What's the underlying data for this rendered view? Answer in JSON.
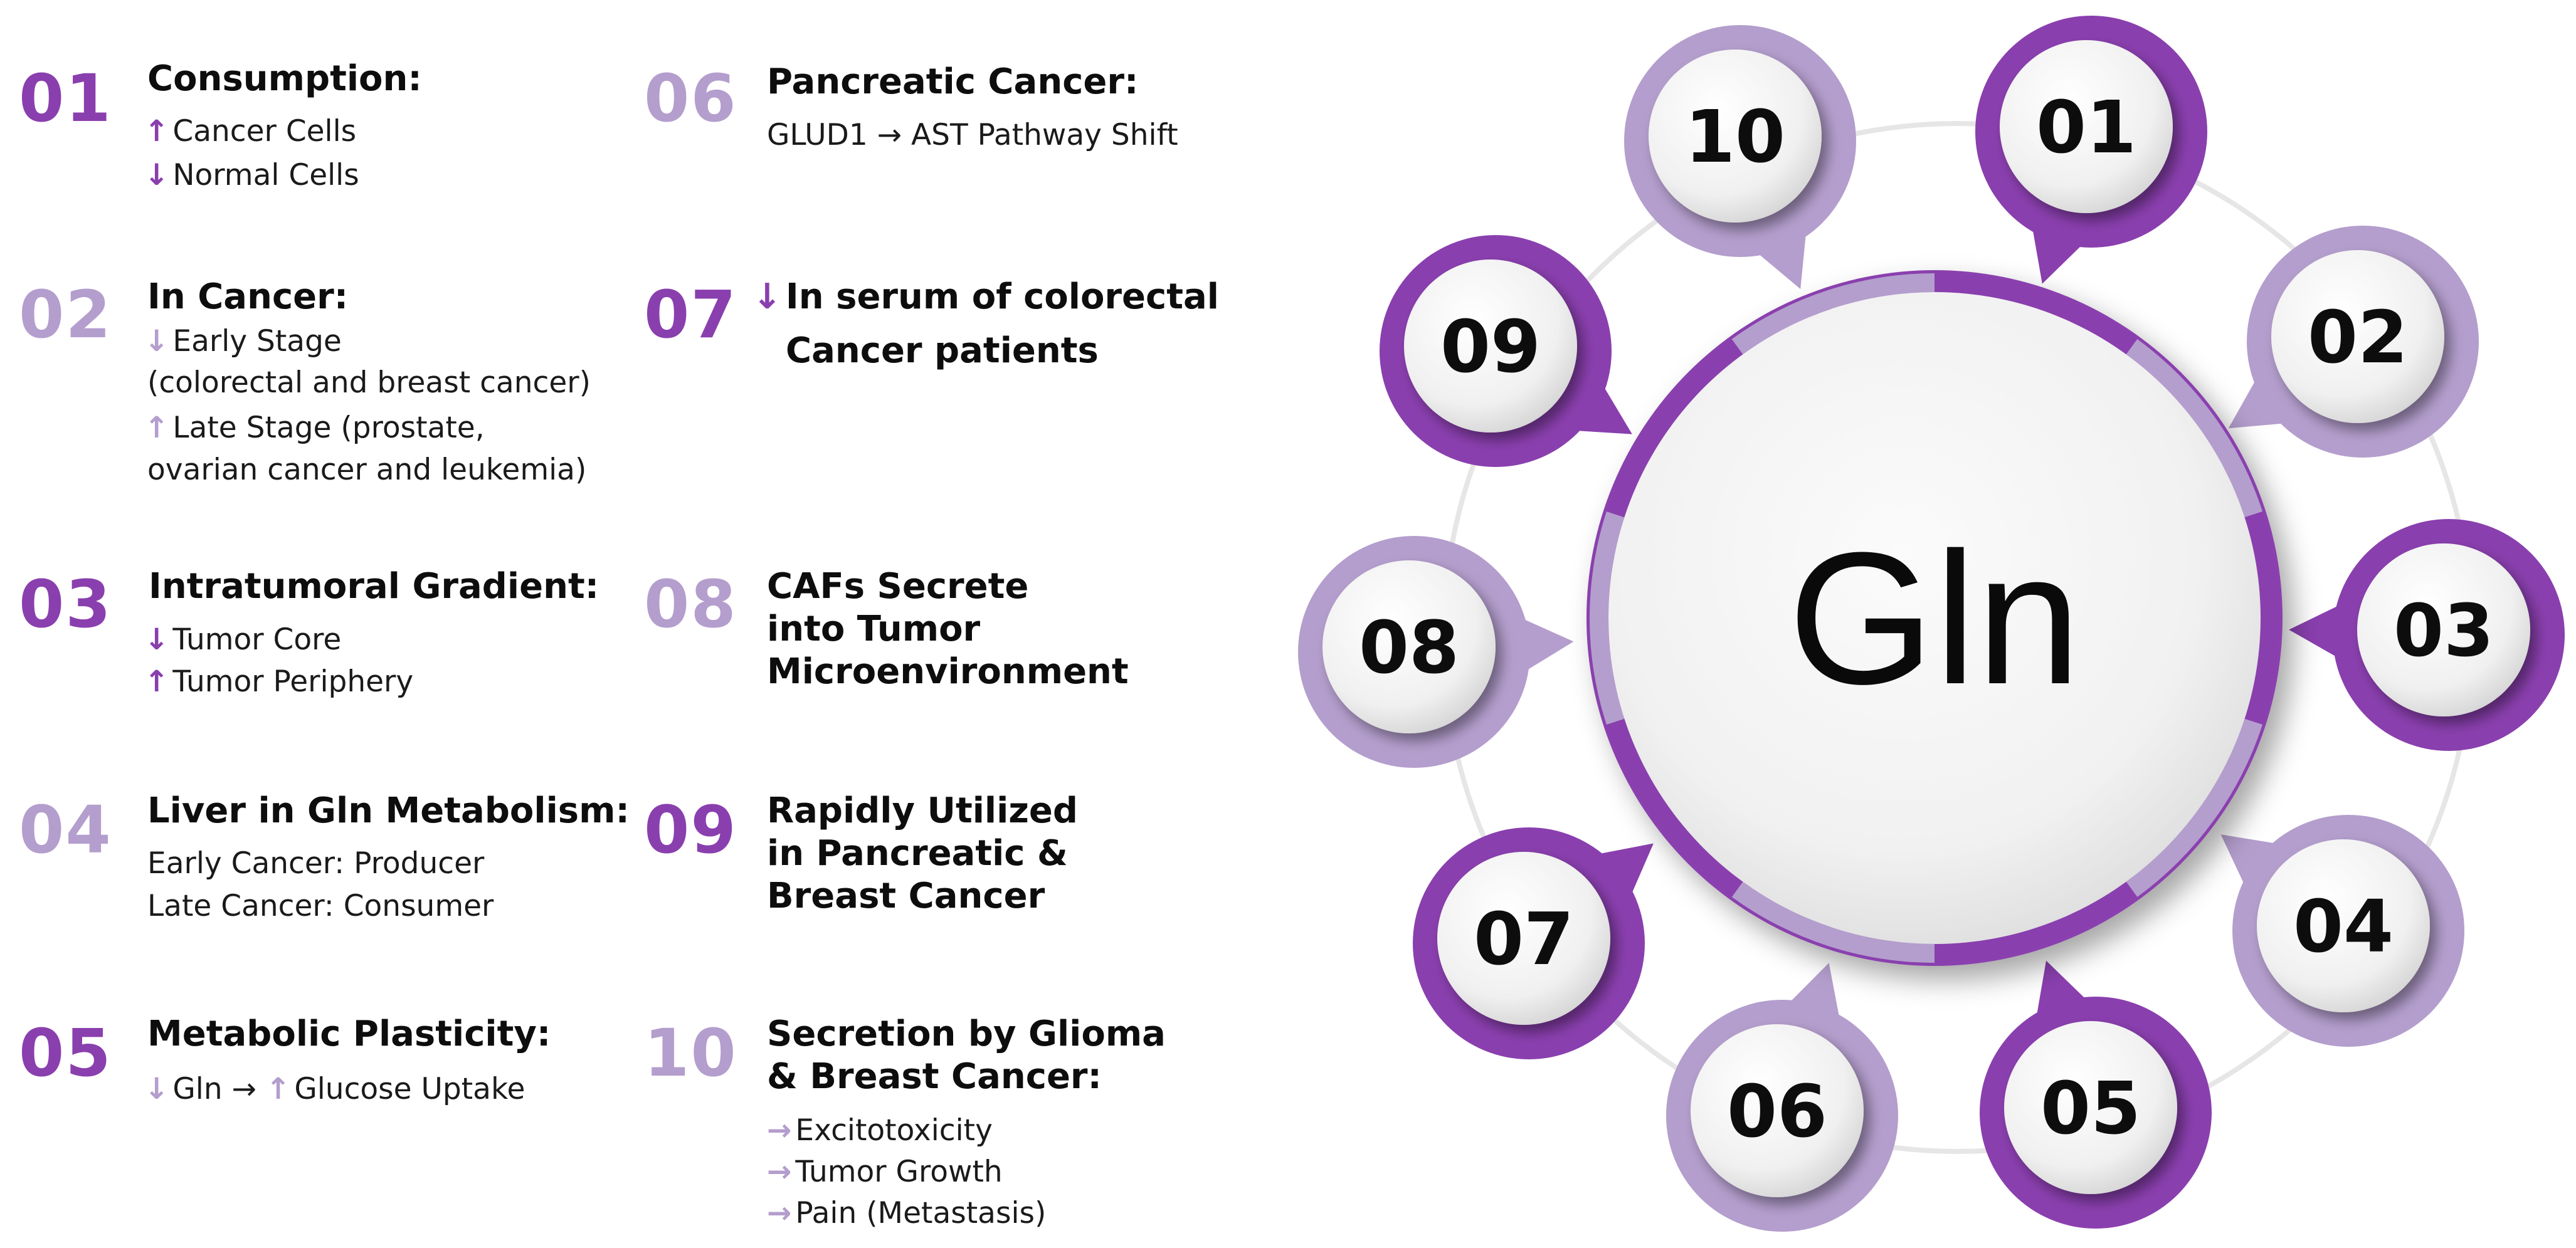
{
  "center_label": "Gln",
  "colors": {
    "dark": "#8a3fae",
    "light": "#b49ecd",
    "ring": "#e6e6e6"
  },
  "items": [
    {
      "num": "01",
      "title": "Consumption:",
      "lines": [
        {
          "arrow": "↑",
          "text": "Cancer Cells"
        },
        {
          "arrow": "↓",
          "text": "Normal Cells"
        }
      ]
    },
    {
      "num": "02",
      "title": "In Cancer:",
      "lines": [
        {
          "arrow": "↓",
          "text": "Early Stage"
        },
        {
          "arrow": "",
          "text": "(colorectal and breast cancer)"
        },
        {
          "arrow": "↑",
          "text": "Late Stage (prostate,"
        },
        {
          "arrow": "",
          "text": "ovarian cancer and leukemia)"
        }
      ]
    },
    {
      "num": "03",
      "title": "Intratumoral Gradient:",
      "lines": [
        {
          "arrow": "↓",
          "text": "Tumor Core"
        },
        {
          "arrow": "↑",
          "text": "Tumor Periphery"
        }
      ]
    },
    {
      "num": "04",
      "title": "Liver in Gln Metabolism:",
      "lines": [
        {
          "arrow": "",
          "text": "Early Cancer: Producer"
        },
        {
          "arrow": "",
          "text": "Late Cancer: Consumer"
        }
      ]
    },
    {
      "num": "05",
      "title": "Metabolic Plasticity:",
      "lines": [
        {
          "arrow": "↓",
          "text": "Gln  →  ",
          "arrow2": "↑",
          "text2": "Glucose Uptake"
        }
      ]
    },
    {
      "num": "06",
      "title": "Pancreatic Cancer:",
      "lines": [
        {
          "arrow": "",
          "text": "GLUD1 → AST Pathway Shift"
        }
      ]
    },
    {
      "num": "07",
      "title": "In serum of colorectal",
      "title_arrow": "↓",
      "title2": "Cancer patients",
      "lines": []
    },
    {
      "num": "08",
      "title": "CAFs Secrete",
      "title2": "into Tumor",
      "title3": "Microenvironment",
      "lines": []
    },
    {
      "num": "09",
      "title": "Rapidly Utilized",
      "title2": "in Pancreatic &",
      "title3": "Breast Cancer",
      "lines": []
    },
    {
      "num": "10",
      "title": "Secretion by Glioma",
      "title2": "& Breast Cancer:",
      "lines": [
        {
          "arrow": "→",
          "text": "Excitotoxicity"
        },
        {
          "arrow": "→",
          "text": "Tumor Growth"
        },
        {
          "arrow": "→",
          "text": "Pain (Metastasis)"
        }
      ]
    }
  ],
  "diagram_nodes": [
    "01",
    "02",
    "03",
    "04",
    "05",
    "06",
    "07",
    "08",
    "09",
    "10"
  ]
}
